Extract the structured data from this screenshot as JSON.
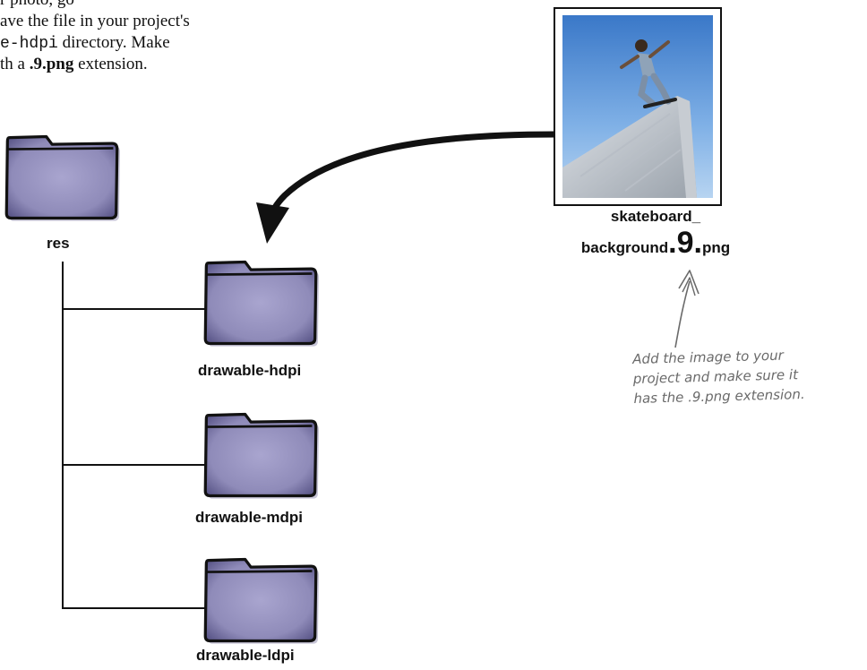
{
  "intro": {
    "line1": "r photo, go",
    "line2": "ave the file in your project's",
    "line3_mono": "e-hdpi",
    "line3_rest": " directory. Make",
    "line4_pre": "th a ",
    "line4_bold": ".9.png",
    "line4_post": " extension."
  },
  "tree": {
    "root": "res",
    "children": [
      "drawable-hdpi",
      "drawable-mdpi",
      "drawable-ldpi"
    ]
  },
  "image_file": {
    "name_line1": "skateboard_",
    "name_line2_prefix": "background",
    "name_line2_highlight": ".9.",
    "name_line2_suffix": "png"
  },
  "annotation": {
    "lines": [
      "Add the image to your",
      "project and make sure it",
      "has the .9.png extension."
    ]
  },
  "colors": {
    "folder_fill": "#8d89b7",
    "folder_outline": "#111111",
    "annotation_ink": "#6a6a6a"
  }
}
